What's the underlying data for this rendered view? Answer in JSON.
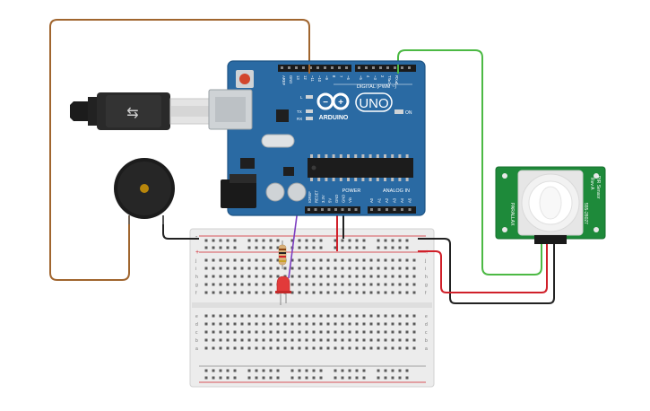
{
  "arduino": {
    "brand": "ARDUINO",
    "model": "UNO",
    "on_label": "ON",
    "digital_label": "DIGITAL (PWM ~)",
    "power_label": "POWER",
    "analog_label": "ANALOG IN",
    "aref": "AREF",
    "gnd": "GND",
    "pins_top": [
      "13",
      "12",
      "~11",
      "~10",
      "~9",
      "8",
      "7",
      "~6",
      "~5",
      "4",
      "~3",
      "2",
      "TX▸1",
      "RX◂0"
    ],
    "pins_power": [
      "IOREF",
      "RESET",
      "3.3V",
      "5V",
      "GND",
      "GND",
      "Vin"
    ],
    "pins_analog": [
      "A0",
      "A1",
      "A2",
      "A3",
      "A4",
      "A5"
    ],
    "led_l": "L",
    "led_tx": "TX",
    "led_rx": "RX"
  },
  "pir": {
    "label_top": "PIR Sensor",
    "label_mid": "Rev A",
    "label_part": "555-28027",
    "label_brand": "PARALLAX"
  },
  "breadboard": {
    "rows_top": [
      "j",
      "i",
      "h",
      "g",
      "f"
    ],
    "rows_bottom": [
      "e",
      "d",
      "c",
      "b",
      "a"
    ],
    "rail_plus": "+",
    "rail_minus": "-"
  },
  "colors": {
    "board_blue": "#2a6aa3",
    "pir_green": "#1e8a3a",
    "wire_brown": "#a0652e",
    "wire_green": "#4cb944",
    "wire_red": "#d0202a",
    "wire_black": "#222222",
    "wire_purple": "#7d3fc1",
    "led_red": "#e23a3a"
  }
}
